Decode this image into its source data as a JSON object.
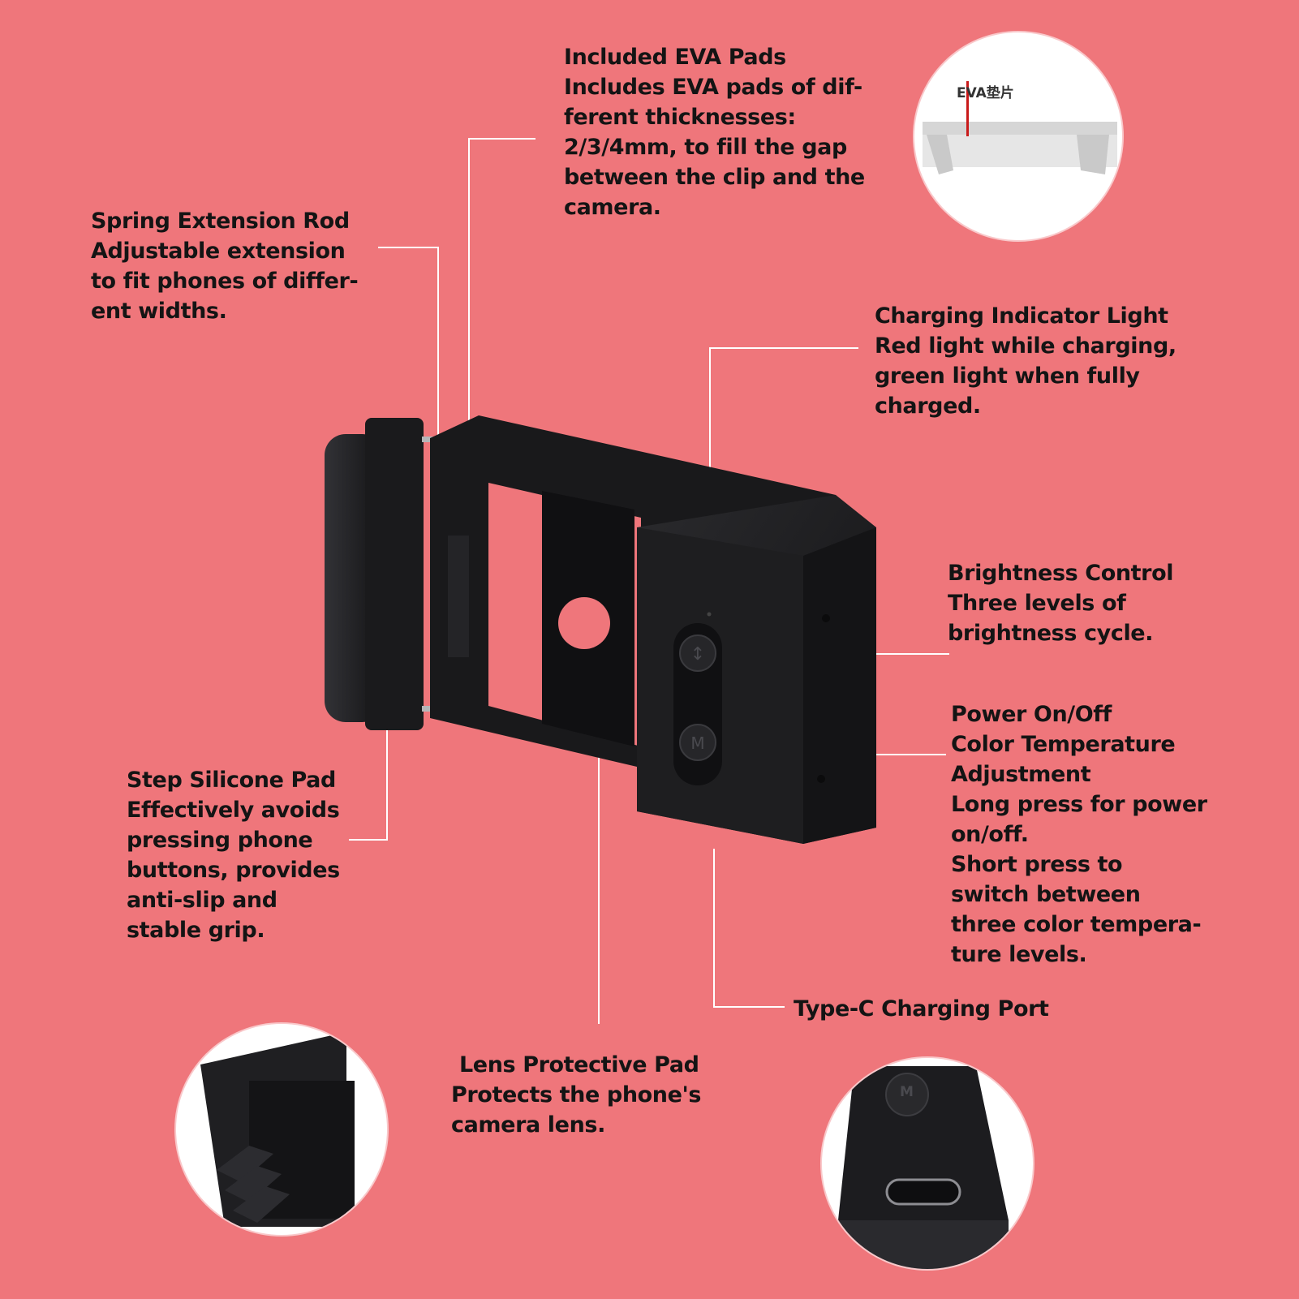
{
  "colors": {
    "background": "#ef767b",
    "text": "#141414",
    "leader_lines": "#ffffff",
    "device_body": "#1b1b1d",
    "inset_background": "#ffffff"
  },
  "callouts": {
    "eva": {
      "title": "Included EVA Pads",
      "lines": [
        "Includes EVA pads of dif-",
        "ferent thicknesses:",
        "2/3/4mm, to fill the gap",
        "between the clip and the",
        "camera."
      ]
    },
    "spring": {
      "title": "Spring Extension Rod",
      "lines": [
        "Adjustable extension",
        "to fit phones of differ-",
        "ent widths."
      ]
    },
    "charging_light": {
      "title": "Charging Indicator Light",
      "lines": [
        "Red light while charging,",
        "green light when fully",
        "charged."
      ]
    },
    "brightness": {
      "title": "Brightness Control",
      "lines": [
        "Three levels of",
        "brightness cycle."
      ]
    },
    "power": {
      "title": "Power On/Off",
      "lines": [
        "Color Temperature",
        "Adjustment",
        "Long press for power",
        "on/off.",
        "Short press to",
        "switch between",
        "three color tempera-",
        "ture levels."
      ]
    },
    "step_pad": {
      "title": "Step Silicone Pad",
      "lines": [
        "Effectively avoids",
        "pressing phone",
        "buttons, provides",
        "anti-slip and",
        "stable grip."
      ]
    },
    "type_c": {
      "title": "Type-C Charging Port",
      "lines": []
    },
    "lens_pad": {
      "title": "Lens Protective Pad",
      "lines": [
        "Protects the phone's",
        "camera lens."
      ]
    }
  },
  "insets": {
    "eva_detail": {
      "label": "EVA垫片",
      "icon": "eva-pad-closeup"
    },
    "step_pad_detail": {
      "icon": "step-silicone-pad-closeup"
    },
    "port_detail": {
      "button_glyph": "M",
      "icon": "type-c-port-closeup"
    }
  },
  "device": {
    "icon": "phone-clip-fill-light",
    "brightness_button_glyph": "↕",
    "mode_button_glyph": "M"
  }
}
